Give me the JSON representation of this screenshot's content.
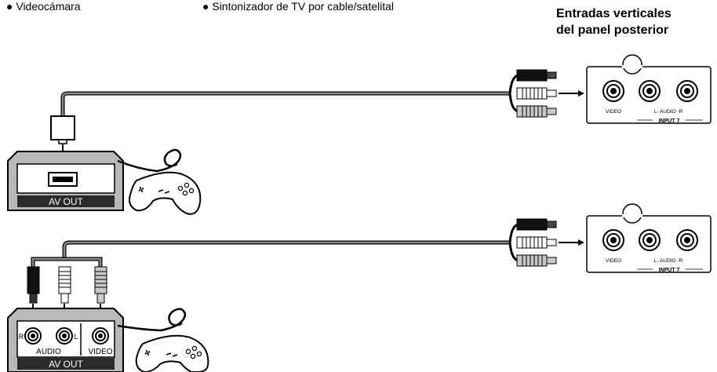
{
  "header": {
    "bullets_left": [
      "Videocámara"
    ],
    "bullets_right": [
      "Sintonizador de TV por cable/satelital"
    ],
    "bullet_symbol": "●"
  },
  "panel_title": {
    "line1": "Entradas verticales",
    "line2": "del panel posterior"
  },
  "tv_panel": {
    "video_label": "VIDEO",
    "audio_label": "L-  AUDIO -R",
    "input_label": "INPUT 7"
  },
  "device_top": {
    "output_label": "AV OUT"
  },
  "device_bottom": {
    "output_label": "AV OUT",
    "jack_r": "R",
    "jack_l": "L",
    "audio_label": "AUDIO",
    "video_label": "VIDEO"
  },
  "colors": {
    "device_fill": "#b9b9b9",
    "device_dark": "#3a3a3a",
    "cable": "#7f7f7f",
    "ink": "#000000"
  }
}
